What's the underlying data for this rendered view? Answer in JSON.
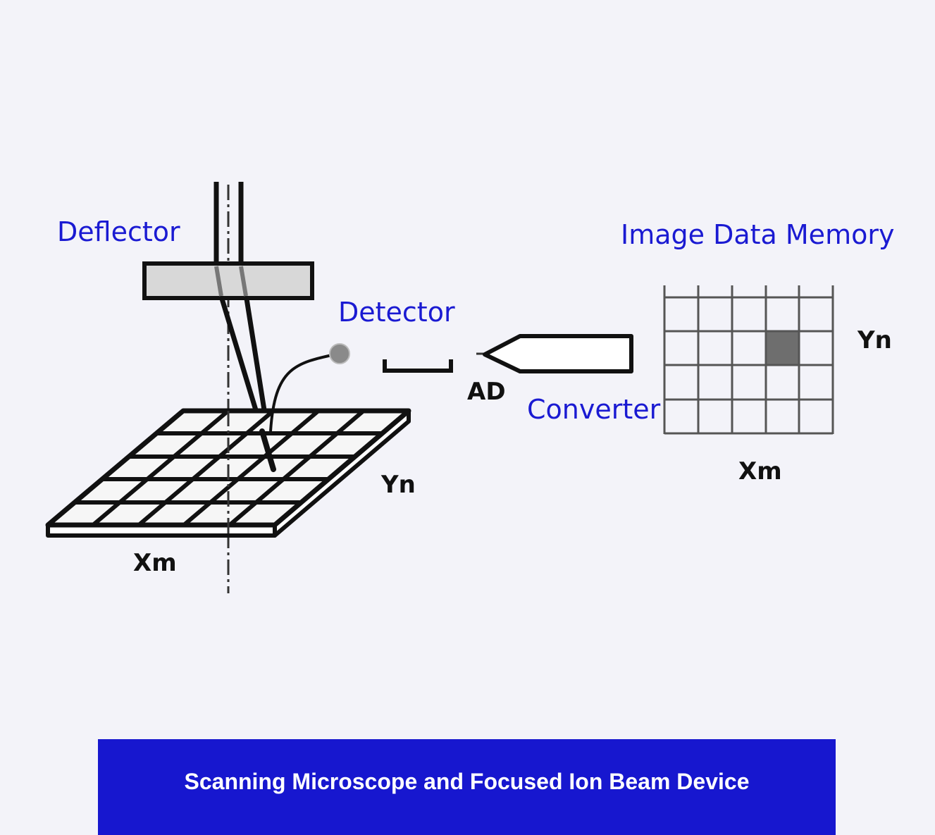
{
  "labels": {
    "deflector": "Deflector",
    "detector": "Detector",
    "ad": "AD",
    "converter": "Converter",
    "memory_title": "Image Data Memory",
    "sample_xm": "Xm",
    "sample_yn": "Yn",
    "memory_xm": "Xm",
    "memory_yn": "Yn"
  },
  "footer": {
    "title": "Scanning Microscope and Focused Ion Beam Device"
  },
  "colors": {
    "label_blue": "#1a1ad2",
    "footer_bg": "#1717cf",
    "background": "#f3f3f9",
    "highlight_cell": "#6e6e6e"
  }
}
